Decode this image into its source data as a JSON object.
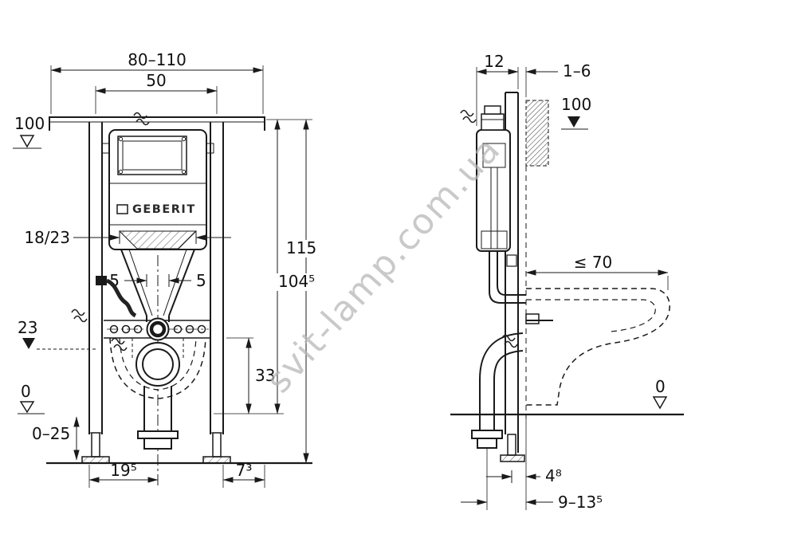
{
  "watermark": "svit-lamp.com.ua",
  "front": {
    "brand_label": "GEBERIT",
    "dim_width_outer": "80–110",
    "dim_width_inner": "50",
    "dim_level_top": "100",
    "dim_flush_pipe": "18/23",
    "dim_offset_left": "5",
    "dim_offset_right": "5",
    "dim_level_rim": "23",
    "dim_level_zero": "0",
    "dim_foot_adjust": "0–25",
    "dim_bowl_height": "33",
    "dim_height_upper": "104⁵",
    "dim_height_total": "115",
    "dim_drain_offset": "19⁵",
    "dim_side_offset": "7³"
  },
  "side": {
    "dim_frame_depth": "12",
    "dim_wall_thickness": "1–6",
    "dim_level_top": "100",
    "dim_bowl_depth": "≤ 70",
    "dim_level_zero": "0",
    "dim_outlet_offset": "4⁸",
    "dim_outlet_distance": "9–13⁵"
  }
}
